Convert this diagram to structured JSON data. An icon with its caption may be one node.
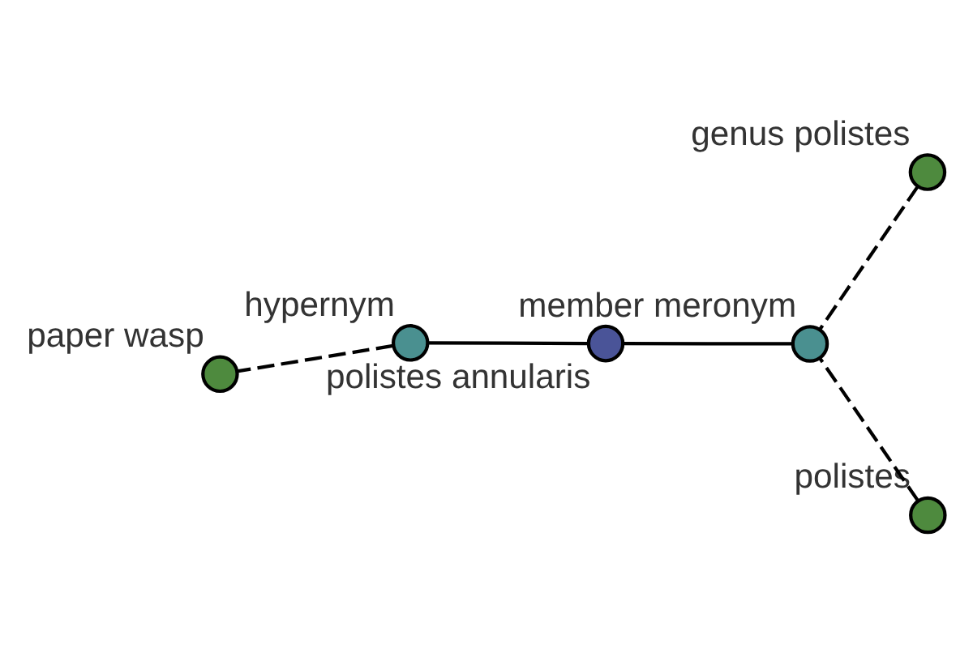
{
  "diagram": {
    "nodes": [
      {
        "text": [
          "genus polistes"
        ]
      },
      {
        "text": [
          "polistes"
        ]
      },
      {
        "text": [
          "member meronym"
        ]
      },
      {
        "text": [
          "polistes annularis"
        ]
      },
      {
        "text": [
          "hypernym"
        ]
      },
      {
        "text": [
          "paper wasp"
        ]
      }
    ],
    "edges": [
      {
        "from": 0,
        "to": 2,
        "arrow": "none",
        "style": "dashed"
      },
      {
        "from": 1,
        "to": 2,
        "arrow": "none",
        "style": "dashed"
      },
      {
        "from": 2,
        "to": 3,
        "arrow": "none"
      },
      {
        "from": 3,
        "to": 4,
        "arrow": "none"
      },
      {
        "from": 4,
        "to": 5,
        "arrow": "none",
        "style": "dashed"
      }
    ]
  }
}
